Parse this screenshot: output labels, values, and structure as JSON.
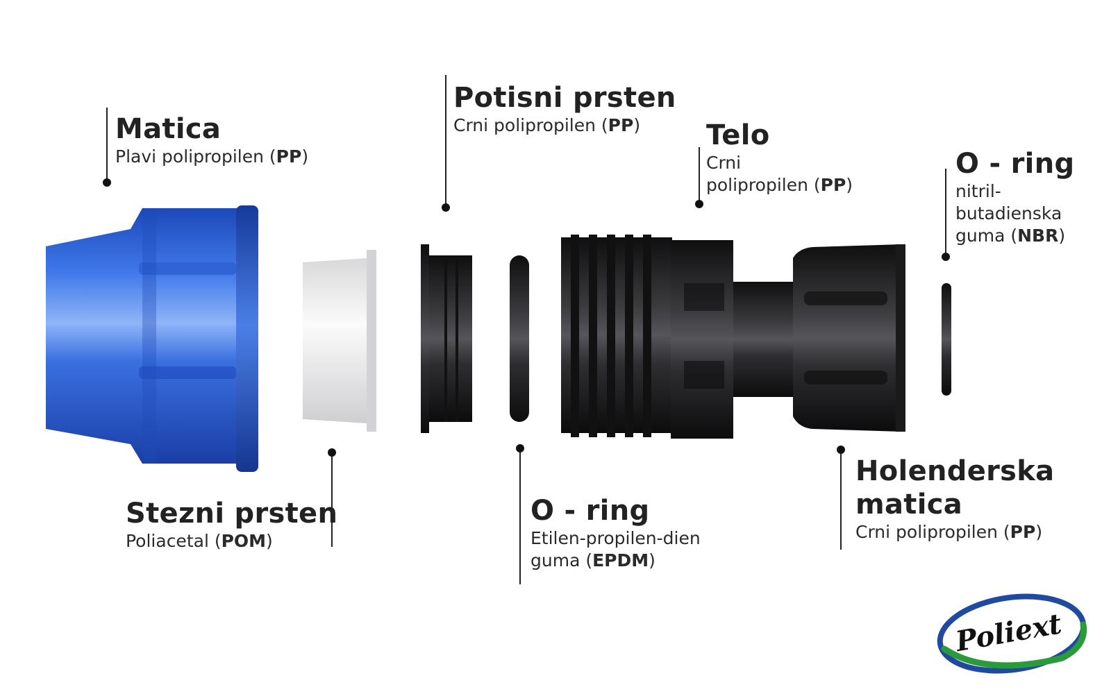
{
  "labels": {
    "matica": {
      "title": "Matica",
      "desc_pre": "Plavi polipropilen (",
      "desc_bold": "PP",
      "desc_post": ")"
    },
    "potisni": {
      "title": "Potisni prsten",
      "desc_pre": "Crni polipropilen (",
      "desc_bold": "PP",
      "desc_post": ")"
    },
    "telo": {
      "title": "Telo",
      "desc_line1": "Crni",
      "desc_pre": "polipropilen (",
      "desc_bold": "PP",
      "desc_post": ")"
    },
    "oring_right": {
      "title": "O - ring",
      "desc_line1": "nitril-",
      "desc_line2": "butadienska",
      "desc_pre": "guma (",
      "desc_bold": "NBR",
      "desc_post": ")"
    },
    "stezni": {
      "title": "Stezni prsten",
      "desc_pre": "Poliacetal (",
      "desc_bold": "POM",
      "desc_post": ")"
    },
    "oring_mid": {
      "title": "O - ring",
      "desc_line1": "Etilen-propilen-dien",
      "desc_pre": "guma (",
      "desc_bold": "EPDM",
      "desc_post": ")"
    },
    "holenderska": {
      "title_line1": "Holenderska",
      "title_line2": "matica",
      "desc_pre": "Crni polipropilen (",
      "desc_bold": "PP",
      "desc_post": ")"
    }
  },
  "logo": {
    "text": "Poliext",
    "ring_blue": "#1f4aa0",
    "ring_green": "#2a9a3a"
  },
  "colors": {
    "blue_part": "#2f63d6",
    "white_part": "#e9e9ea",
    "black_part": "#1c1c1e",
    "leader": "#222222"
  }
}
